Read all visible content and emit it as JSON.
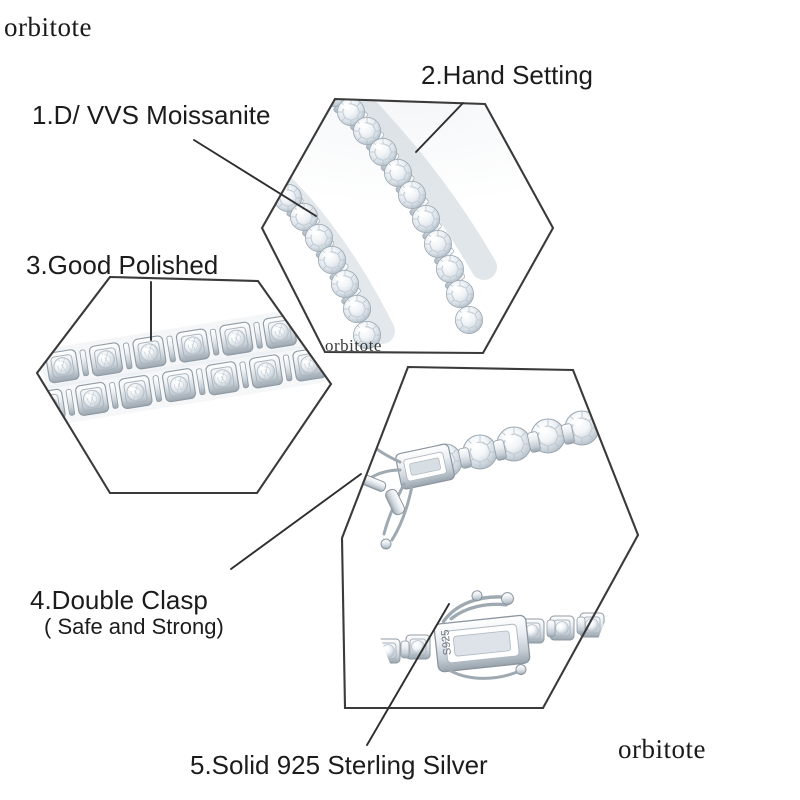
{
  "page": {
    "title": "Moissanite Tennis Bracelet Feature Infographic",
    "background_color": "#ffffff",
    "text_color": "#1c1c1c",
    "line_color": "#3a3a3a"
  },
  "watermarks": {
    "top_left": "orbitote",
    "bottom_right": "orbitote",
    "center": "orbitote"
  },
  "callouts": [
    {
      "id": 1,
      "label": "1.D/ VVS Moissanite",
      "sub": ""
    },
    {
      "id": 2,
      "label": "2.Hand Setting",
      "sub": ""
    },
    {
      "id": 3,
      "label": "3.Good Polished",
      "sub": ""
    },
    {
      "id": 4,
      "label": "4.Double Clasp",
      "sub": "( Safe and Strong)"
    },
    {
      "id": 5,
      "label": "5.Solid 925 Sterling Silver",
      "sub": ""
    }
  ],
  "panels": [
    {
      "name": "top-hexagon",
      "subject": "double row of round brilliant moissanite stones set in a tennis chain"
    },
    {
      "name": "left-hexagon",
      "subject": "close-up of polished prong settings, two rows of bezel links"
    },
    {
      "name": "bottom-right-hexagon",
      "subject": "double safety clasp opened and closed, stamped 925"
    }
  ],
  "stamp": {
    "text": "S925"
  }
}
